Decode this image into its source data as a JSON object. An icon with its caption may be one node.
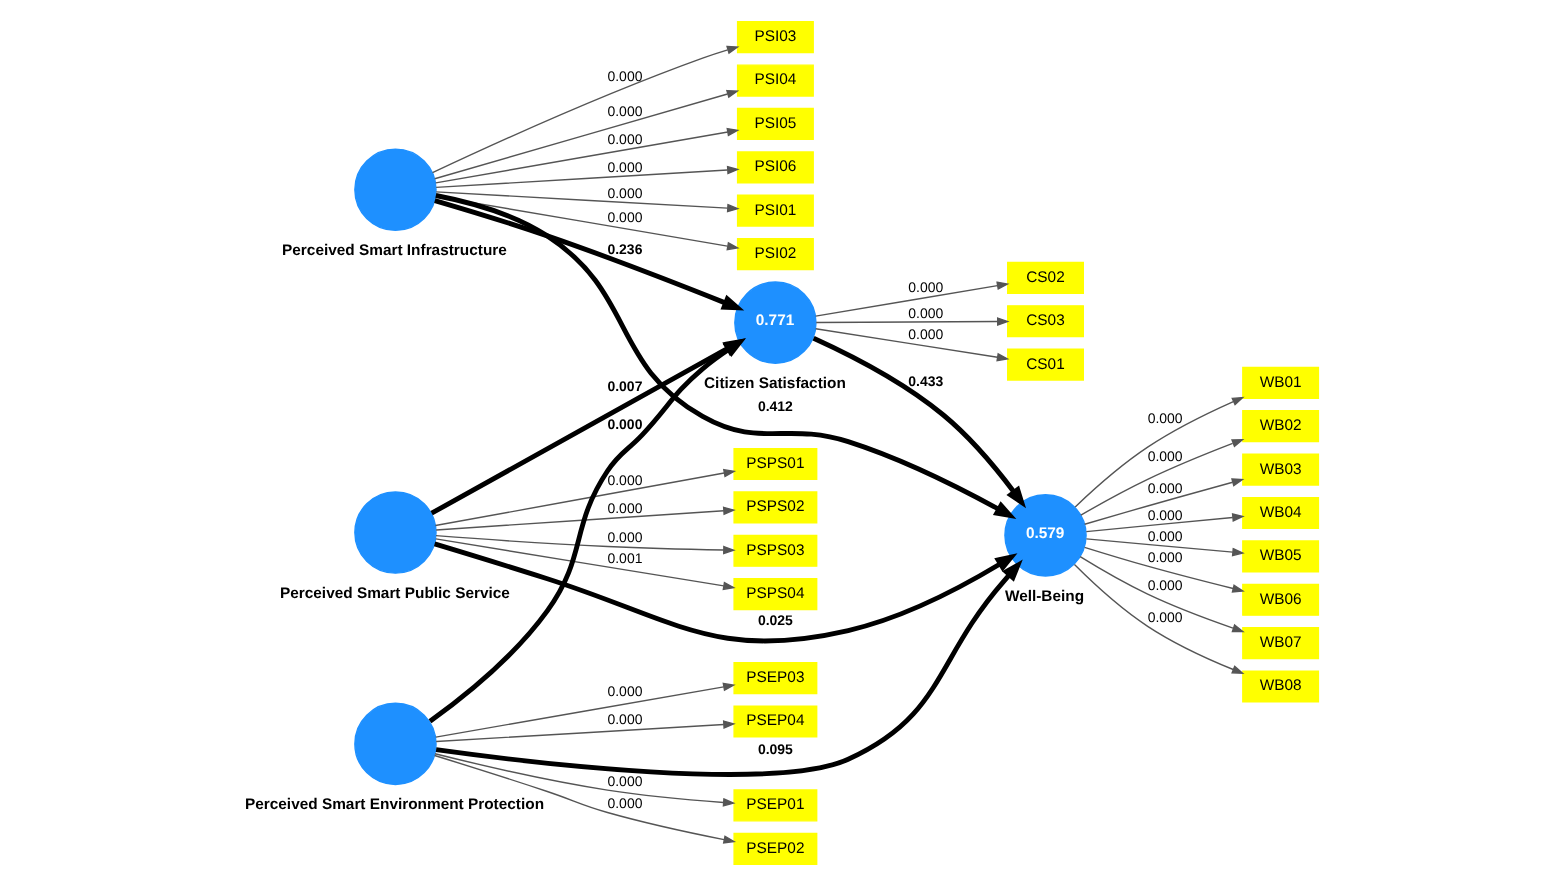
{
  "diagram": {
    "nodes": [
      {
        "text": [
          "PSI01"
        ]
      },
      {
        "text": [
          "PSI02"
        ]
      },
      {
        "text": [
          "PSI03"
        ]
      },
      {
        "text": [
          "PSI04"
        ]
      },
      {
        "text": [
          "PSI05"
        ]
      },
      {
        "text": [
          "PSI06"
        ]
      },
      {
        "text": [],
        "shape": "circle",
        "beside": [
          "Perceived Smart Infrastructure"
        ]
      },
      {
        "text": [
          "PSPS01"
        ]
      },
      {
        "text": [
          "PSPS02"
        ]
      },
      {
        "text": [
          "PSPS03"
        ]
      },
      {
        "text": [
          "PSPS04"
        ]
      },
      {
        "text": [],
        "shape": "circle",
        "beside": [
          "Perceived Smart Public Service"
        ]
      },
      {
        "text": [],
        "shape": "circle",
        "beside": [
          "Perceived Smart Environment Protection"
        ]
      },
      {
        "text": [
          "PSEP01"
        ]
      },
      {
        "text": [
          "PSEP02"
        ]
      },
      {
        "text": [
          "PSEP03"
        ]
      },
      {
        "text": [
          "PSEP04"
        ]
      },
      {
        "text": [
          "0.771"
        ],
        "beside": [
          "Citizen Satisfaction"
        ]
      },
      {
        "text": [
          "CS01"
        ]
      },
      {
        "text": [
          "CS02"
        ]
      },
      {
        "text": [
          "CS03"
        ]
      },
      {
        "text": [
          "0.579"
        ],
        "beside": [
          "Well-Being"
        ]
      },
      {
        "text": [
          "WB01"
        ]
      },
      {
        "text": [
          "WB02"
        ]
      },
      {
        "text": [
          "WB03"
        ]
      },
      {
        "text": [
          "WB04"
        ]
      },
      {
        "text": [
          "WB05"
        ]
      },
      {
        "text": [
          "WB06"
        ]
      },
      {
        "text": [
          "WB07"
        ]
      },
      {
        "text": [
          "WB08"
        ]
      }
    ],
    "edges": [
      {
        "from": 6,
        "to": 0,
        "arrow": "to",
        "label": "0.000"
      },
      {
        "from": 6,
        "to": 1,
        "arrow": "to",
        "label": "0.000"
      },
      {
        "from": 6,
        "to": 2,
        "arrow": "to",
        "label": "0.000"
      },
      {
        "from": 6,
        "to": 3,
        "arrow": "to",
        "label": "0.000"
      },
      {
        "from": 6,
        "to": 4,
        "arrow": "to",
        "label": "0.000"
      },
      {
        "from": 6,
        "to": 5,
        "arrow": "to",
        "label": "0.000"
      },
      {
        "from": 11,
        "to": 7,
        "arrow": "to",
        "label": "0.000"
      },
      {
        "from": 11,
        "to": 8,
        "arrow": "to",
        "label": "0.000"
      },
      {
        "from": 11,
        "to": 9,
        "arrow": "to",
        "label": "0.000"
      },
      {
        "from": 11,
        "to": 10,
        "arrow": "to",
        "label": "0.001"
      },
      {
        "from": 12,
        "to": 13,
        "arrow": "to",
        "label": "0.000"
      },
      {
        "from": 12,
        "to": 14,
        "arrow": "to",
        "label": "0.000"
      },
      {
        "from": 12,
        "to": 15,
        "arrow": "to",
        "label": "0.000"
      },
      {
        "from": 12,
        "to": 16,
        "arrow": "to",
        "label": "0.000"
      },
      {
        "from": 17,
        "to": 18,
        "arrow": "to",
        "label": "0.000"
      },
      {
        "from": 17,
        "to": 19,
        "arrow": "to",
        "label": "0.000"
      },
      {
        "from": 17,
        "to": 20,
        "arrow": "to",
        "label": "0.000"
      },
      {
        "from": 21,
        "to": 22,
        "arrow": "to",
        "label": "0.000"
      },
      {
        "from": 21,
        "to": 23,
        "arrow": "to",
        "label": "0.000"
      },
      {
        "from": 21,
        "to": 24,
        "arrow": "to",
        "label": "0.000"
      },
      {
        "from": 21,
        "to": 25,
        "arrow": "to",
        "label": "0.000"
      },
      {
        "from": 21,
        "to": 26,
        "arrow": "to",
        "label": "0.000"
      },
      {
        "from": 21,
        "to": 27,
        "arrow": "to",
        "label": "0.000"
      },
      {
        "from": 21,
        "to": 28,
        "arrow": "to",
        "label": "0.000"
      },
      {
        "from": 21,
        "to": 29,
        "arrow": "to",
        "label": "0.000"
      },
      {
        "from": 6,
        "to": 21,
        "arrow": "to",
        "label": "0.412",
        "style": "thick"
      },
      {
        "from": 6,
        "to": 17,
        "arrow": "to",
        "label": "0.236",
        "style": "thick"
      },
      {
        "from": 11,
        "to": 21,
        "arrow": "to",
        "label": "0.025",
        "style": "thick"
      },
      {
        "from": 11,
        "to": 17,
        "arrow": "to",
        "label": "0.007",
        "style": "thick"
      },
      {
        "from": 12,
        "to": 21,
        "arrow": "to",
        "label": "0.095",
        "style": "thick"
      },
      {
        "from": 12,
        "to": 17,
        "arrow": "to",
        "label": "0.000",
        "style": "thick"
      },
      {
        "from": 17,
        "to": 21,
        "arrow": "to",
        "label": "0.433",
        "style": "thick"
      }
    ]
  }
}
